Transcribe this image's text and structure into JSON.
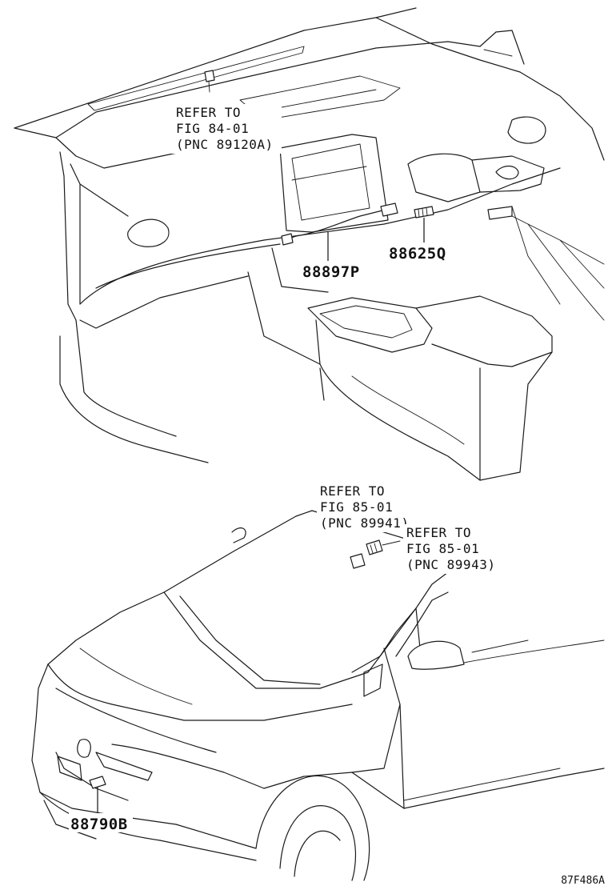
{
  "interior_view": {
    "ref_fig_84": [
      "REFER TO",
      "FIG 84-01",
      "(PNC 89120A)"
    ],
    "part_88897P": "88897P",
    "part_88625Q": "88625Q"
  },
  "exterior_view": {
    "ref_fig_85_a": [
      "REFER TO",
      "FIG 85-01",
      "(PNC 89941)"
    ],
    "ref_fig_85_b": [
      "REFER TO",
      "FIG 85-01",
      "(PNC 89943)"
    ],
    "part_88790B": "88790B"
  },
  "figure_code": "87F486A"
}
